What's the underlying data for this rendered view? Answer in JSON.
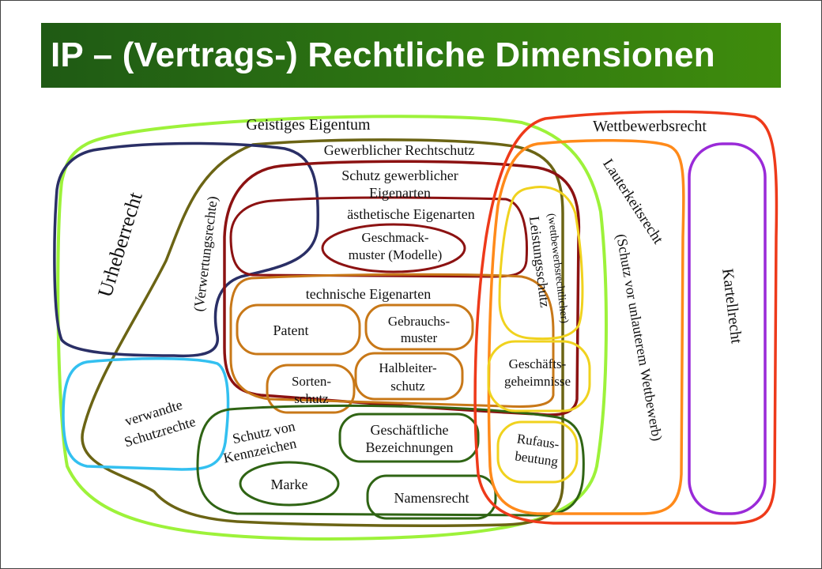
{
  "title": "IP – (Vertrags-) Rechtliche Dimensionen",
  "colors": {
    "title_bg": "#2d7512",
    "geistiges": "#9df23a",
    "gewerblicher": "#6b6414",
    "urheber": "#2a2f66",
    "schutz_gewerblich": "#8c1212",
    "aesthetisch": "#8c1212",
    "technisch": "#c87818",
    "kennzeichen": "#2f6414",
    "verwandte": "#33c0f0",
    "wettbewerb": "#ee3a1a",
    "lauterkeit": "#ff8a1a",
    "leistung": "#f0d21e",
    "kartell": "#9a2ad8"
  },
  "labels": {
    "geistiges_eigentum": "Geistiges Eigentum",
    "wettbewerbsrecht": "Wettbewerbsrecht",
    "gewerblicher_rechtschutz": "Gewerblicher Rechtschutz",
    "schutz_gewerblicher_1": "Schutz gewerblicher",
    "schutz_gewerblicher_2": "Eigenarten",
    "aesthetische": "ästhetische Eigenarten",
    "geschmack_1": "Geschmack-",
    "geschmack_2": "muster (Modelle)",
    "technische": "technische Eigenarten",
    "patent": "Patent",
    "gebrauchs_1": "Gebrauchs-",
    "gebrauchs_2": "muster",
    "halbleiter_1": "Halbleiter-",
    "halbleiter_2": "schutz",
    "sorten_1": "Sorten-",
    "sorten_2": "schutz",
    "urheberrecht": "Urheberrecht",
    "verwertungsrechte": "(Verwertungsrechte)",
    "verwandte_1": "verwandte",
    "verwandte_2": "Schutzrechte",
    "kennzeichen_1": "Schutz von",
    "kennzeichen_2": "Kennzeichen",
    "marke": "Marke",
    "geschaeftliche_1": "Geschäftliche",
    "geschaeftliche_2": "Bezeichnungen",
    "namensrecht": "Namensrecht",
    "leistungsschutz": "Leistungsschutz",
    "wettbewerbsrechtlicher": "(wettbewerbsrechtlicher)",
    "geschaefts_1": "Geschäfts-",
    "geschaefts_2": "geheimnisse",
    "rufaus_1": "Rufaus-",
    "rufaus_2": "beutung",
    "lauterkeitsrecht": "Lauterkeitsrecht",
    "schutz_unlauter": "(Schutz vor unlauterem  Wettbewerb)",
    "kartellrecht": "Kartellrecht"
  }
}
